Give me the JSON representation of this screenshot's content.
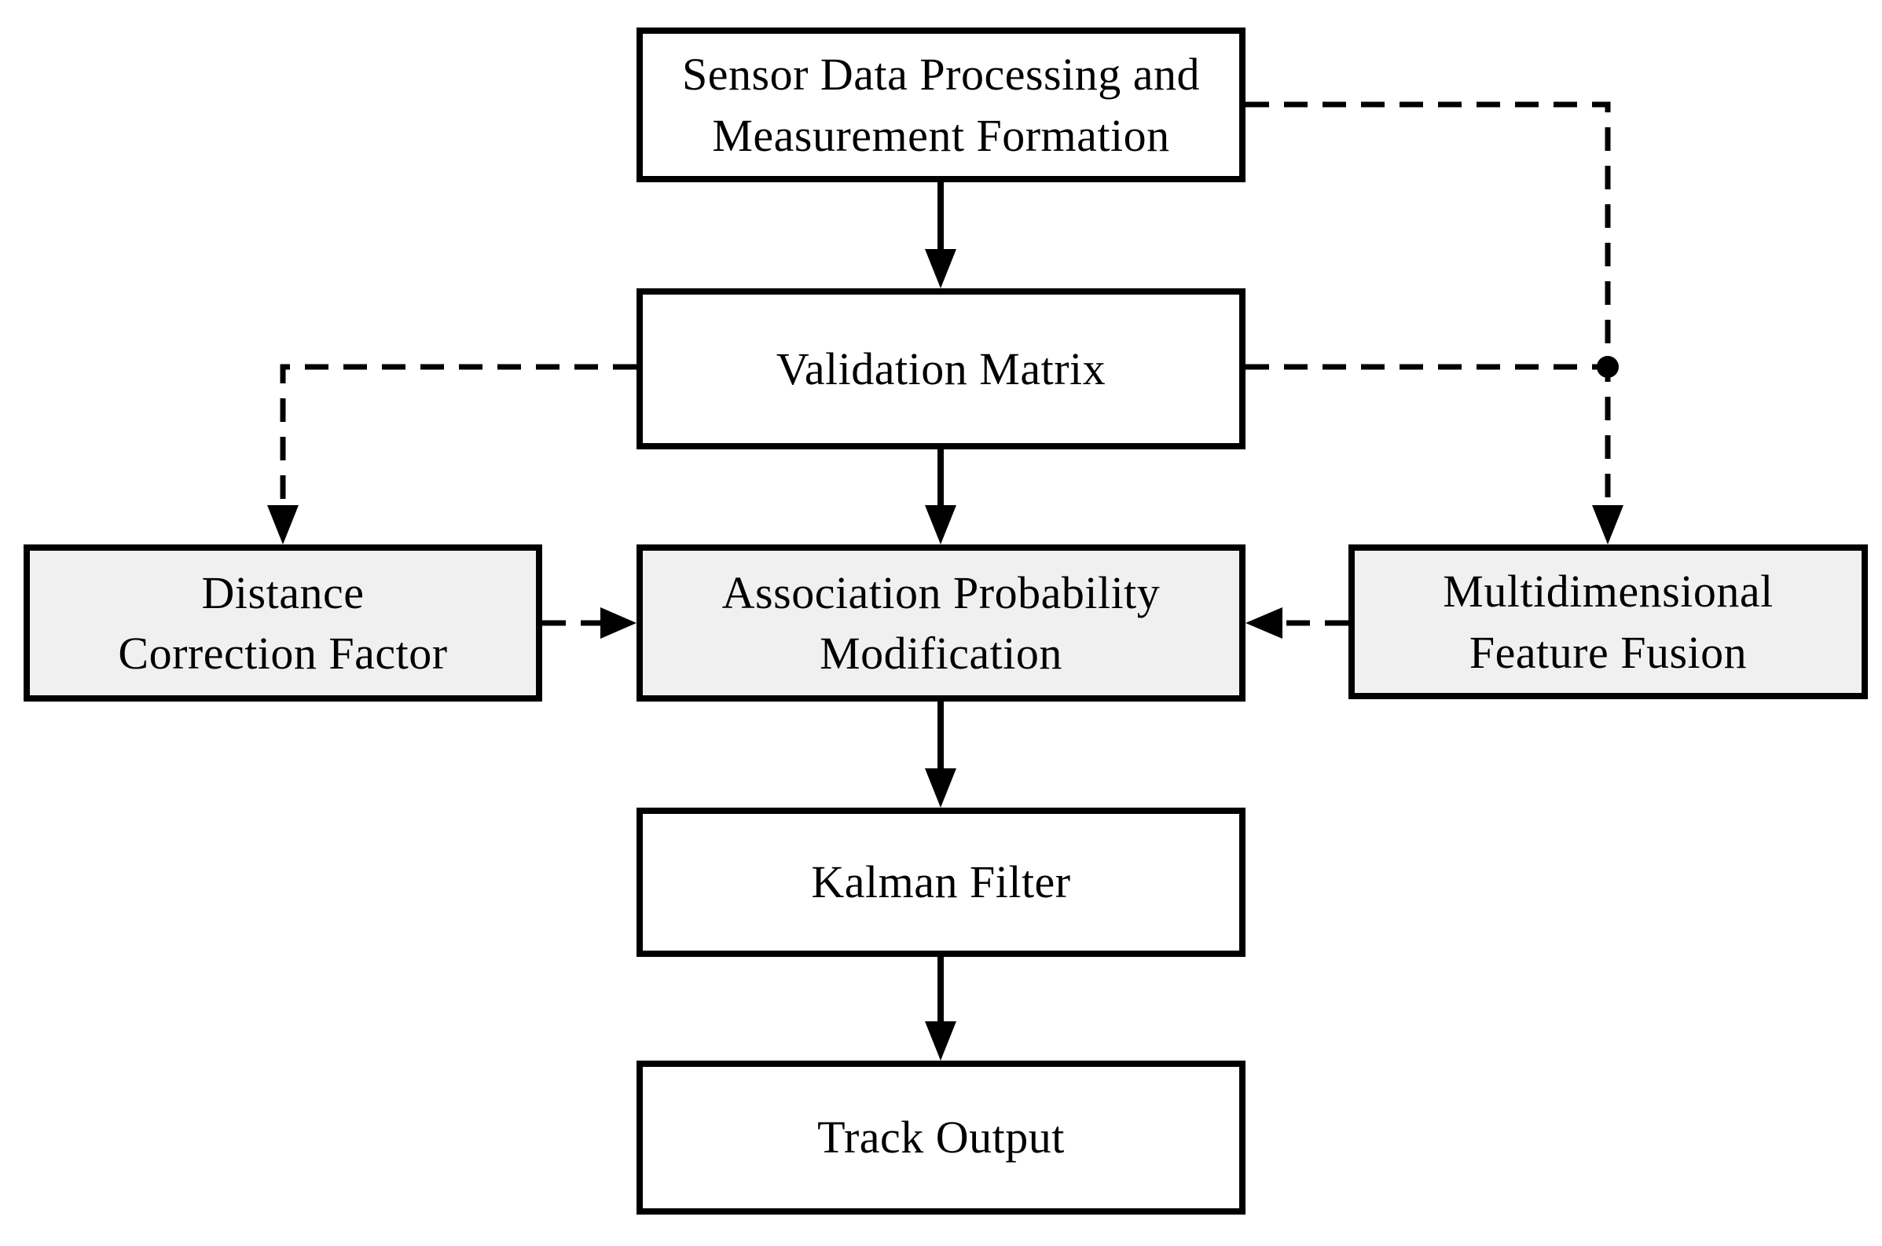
{
  "diagram": {
    "type": "flowchart",
    "background": "#ffffff",
    "colors": {
      "node_border": "#000000",
      "node_fill_plain": "#ffffff",
      "node_fill_shaded": "#f0f0f0",
      "connector": "#000000",
      "text": "#000000"
    },
    "nodes": {
      "sensor": {
        "label": "Sensor Data Processing and Measurement Formation",
        "line1": "Sensor Data Processing and",
        "line2": "Measurement Formation",
        "shaded": false
      },
      "validation": {
        "label": "Validation Matrix",
        "line1": "Validation Matrix",
        "shaded": false
      },
      "distance": {
        "label": "Distance Correction Factor",
        "line1": "Distance",
        "line2": "Correction Factor",
        "shaded": true
      },
      "association": {
        "label": "Association Probability Modification",
        "line1": "Association Probability",
        "line2": "Modification",
        "shaded": true
      },
      "fusion": {
        "label": "Multidimensional Feature Fusion",
        "line1": "Multidimensional",
        "line2": "Feature Fusion",
        "shaded": true
      },
      "kalman": {
        "label": "Kalman Filter",
        "line1": "Kalman Filter",
        "shaded": false
      },
      "track": {
        "label": "Track Output",
        "line1": "Track Output",
        "shaded": false
      }
    },
    "edges": [
      {
        "from": "sensor",
        "to": "validation",
        "style": "solid",
        "arrow": true
      },
      {
        "from": "validation",
        "to": "association",
        "style": "solid",
        "arrow": true
      },
      {
        "from": "association",
        "to": "kalman",
        "style": "solid",
        "arrow": true
      },
      {
        "from": "kalman",
        "to": "track",
        "style": "solid",
        "arrow": true
      },
      {
        "from": "sensor",
        "to": "fusion",
        "style": "dashed",
        "arrow": true,
        "route": "right-then-down"
      },
      {
        "from": "validation",
        "to": "fusion",
        "style": "dashed",
        "arrow": false,
        "route": "joins-at-dot-junction"
      },
      {
        "from": "validation",
        "to": "distance",
        "style": "dashed",
        "arrow": true,
        "route": "left-then-down"
      },
      {
        "from": "distance",
        "to": "association",
        "style": "dashed",
        "arrow": true
      },
      {
        "from": "fusion",
        "to": "association",
        "style": "dashed",
        "arrow": true
      }
    ]
  }
}
